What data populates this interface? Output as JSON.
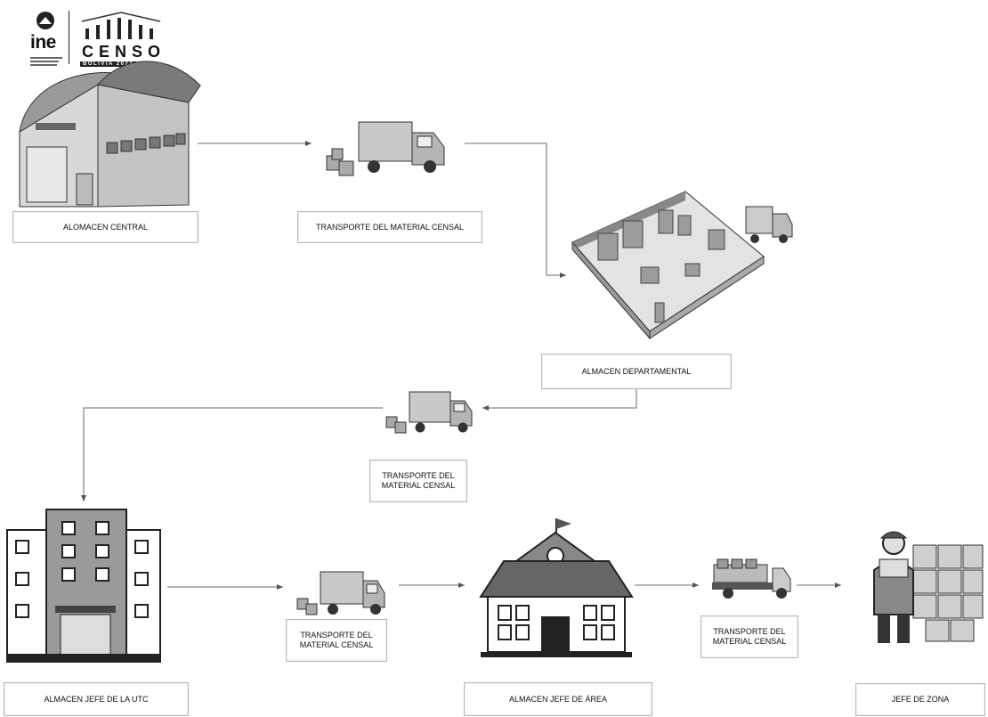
{
  "logo": {
    "ine": "ine",
    "censo": "CENSO",
    "year": "BOLIVIA 2024"
  },
  "nodes": {
    "almacen_central": "ALOMACEN CENTRAL",
    "transporte_1": "TRANSPORTE DEL MATERIAL CENSAL",
    "almacen_departamental": "ALMACEN DEPARTAMENTAL",
    "transporte_2_line1": "TRANSPORTE DEL",
    "transporte_2_line2": "MATERIAL CENSAL",
    "almacen_utc": "ALMACEN JEFE DE LA UTC",
    "transporte_3_line1": "TRANSPORTE DEL",
    "transporte_3_line2": "MATERIAL CENSAL",
    "almacen_area": "ALMACEN JEFE DE ÁREA",
    "transporte_4_line1": "TRANSPORTE DEL",
    "transporte_4_line2": "MATERIAL CENSAL",
    "jefe_zona": "JEFE DE ZONA"
  },
  "icons": {
    "warehouse": "warehouse-icon",
    "truck": "truck-icon",
    "storeroom": "storeroom-icon",
    "office": "office-building-icon",
    "school": "school-building-icon",
    "worker": "delivery-worker-icon"
  }
}
